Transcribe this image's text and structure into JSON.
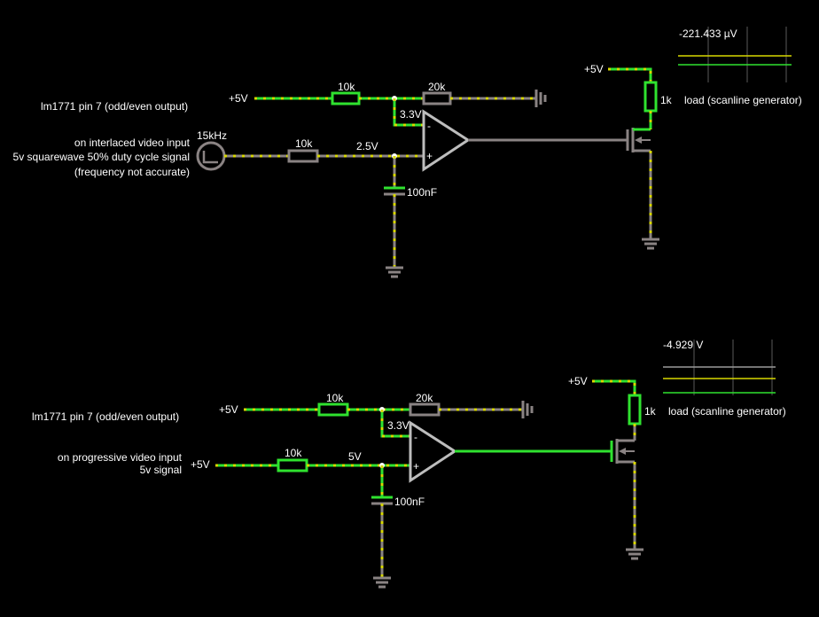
{
  "colors": {
    "background": "#000000",
    "wire_high": "#2fe22f",
    "wire_mid": "#8a8383",
    "current_dot": "#d8d800",
    "trace_yellow": "#d8d800",
    "trace_green": "#2fe22f",
    "trace_gray": "#9a9a9a"
  },
  "top_circuit": {
    "source_label_line1": "lm1771 pin 7 (odd/even output)",
    "input_label_line1": "on interlaced video input",
    "input_label_line2": "5v squarewave 50% duty cycle signal",
    "input_label_line3": "(frequency not accurate)",
    "freq_label": "15kHz",
    "supply_label": "+5V",
    "r1_label": "10k",
    "r2_label": "20k",
    "r3_label": "10k",
    "v_ref_label": "3.3V",
    "v_in_label": "2.5V",
    "cap_label": "100nF",
    "minus_label": "-",
    "plus_label": "+",
    "load_supply_label": "+5V",
    "load_res_label": "1k",
    "load_label": "load (scanline generator)",
    "scope_value": "-221.433 µV"
  },
  "bottom_circuit": {
    "source_label_line1": "lm1771 pin 7 (odd/even output)",
    "input_label_line1": "on progressive video input",
    "input_label_line2": "5v signal",
    "supply_label": "+5V",
    "input_supply_label": "+5V",
    "r1_label": "10k",
    "r2_label": "20k",
    "r3_label": "10k",
    "v_ref_label": "3.3V",
    "v_in_label": "5V",
    "cap_label": "100nF",
    "minus_label": "-",
    "plus_label": "+",
    "load_supply_label": "+5V",
    "load_res_label": "1k",
    "load_label": "load (scanline generator)",
    "scope_value": "-4.929 V"
  }
}
